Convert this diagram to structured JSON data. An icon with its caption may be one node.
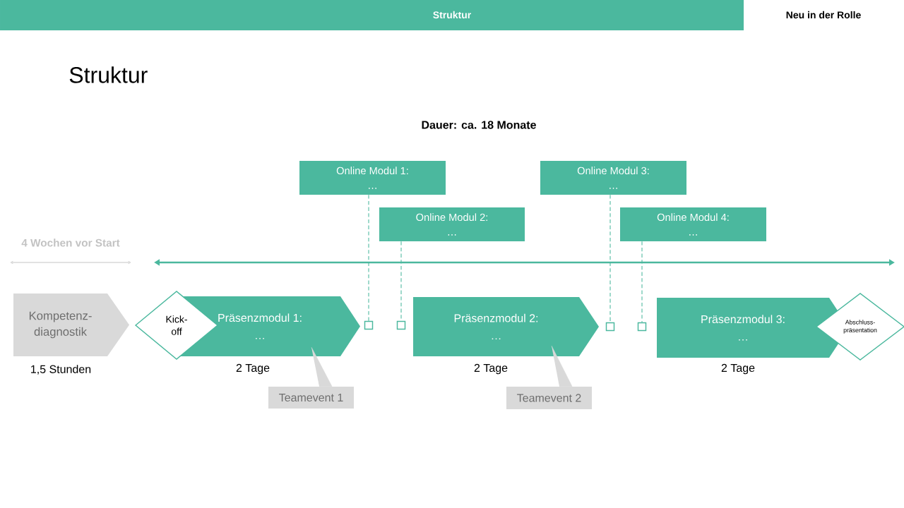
{
  "diagram": {
    "title": "Struktur",
    "nodes": [
      {
        "text": [
          "Struktur"
        ]
      },
      {
        "text": [
          "Online Modul 1:",
          "…"
        ]
      },
      {
        "text": [
          "Online Modul 2:",
          "…"
        ]
      },
      {
        "text": [
          "Online Modul 3:",
          "…"
        ]
      },
      {
        "text": [
          "Online Modul 4:",
          "…"
        ]
      },
      {
        "text": [
          "Kompetenz- diagnostik"
        ],
        "beside": [
          "1,5 Stunden"
        ]
      },
      {
        "text": [
          "Kick- off"
        ]
      },
      {
        "text": [
          "Präsenzmodul 1:",
          "…"
        ],
        "beside": [
          "2 Tage"
        ]
      },
      {
        "text": [],
        "shape": "box"
      },
      {
        "text": [],
        "shape": "box"
      },
      {
        "text": [
          "Präsenzmodul 2:",
          "…"
        ],
        "beside": [
          "2 Tage"
        ]
      },
      {
        "text": [],
        "shape": "box"
      },
      {
        "text": [],
        "shape": "box"
      },
      {
        "text": [
          "Präsenzmodul 3:",
          "…"
        ],
        "beside": [
          "2 Tage"
        ]
      },
      {
        "text": [
          "Abschluss- präsentation"
        ]
      },
      {
        "text": [
          "Teamevent 1"
        ]
      },
      {
        "text": [
          "Teamevent 2"
        ]
      }
    ],
    "edges": [
      {
        "from": 1,
        "to": 8,
        "arrow": "none",
        "style": "dashed"
      },
      {
        "from": 2,
        "to": 9,
        "arrow": "none",
        "style": "dashed"
      },
      {
        "from": 3,
        "to": 11,
        "arrow": "none",
        "style": "dashed"
      },
      {
        "from": 4,
        "to": 12,
        "arrow": "none",
        "style": "dashed"
      },
      {
        "from": 15,
        "to": 7,
        "arrow": "none",
        "color": "#d9d9d9"
      },
      {
        "from": 16,
        "to": 10,
        "arrow": "none",
        "color": "#d9d9d9"
      }
    ],
    "labels": [
      "Neu in der Rolle",
      "Dauer: ca. 18 Monate",
      "4 Wochen vor Start"
    ]
  }
}
